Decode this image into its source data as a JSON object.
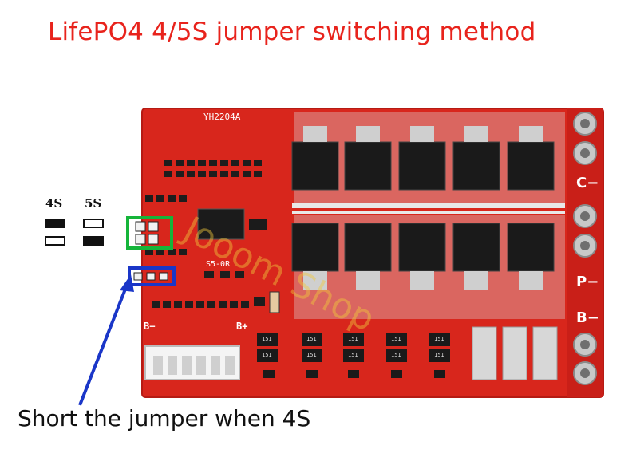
{
  "title": "LifePO4 4/5S jumper switching method",
  "caption": "Short the jumper when 4S",
  "legend": {
    "col_4s": "4S",
    "col_5s": "5S"
  },
  "board": {
    "model": "YH2204A",
    "pad_c": "C−",
    "pad_p": "P−",
    "pad_b": "B−",
    "silk_b_minus": "B−",
    "silk_b_plus": "B+",
    "silk_s5": "S5-0R",
    "chip_label": "151",
    "watermark": "Jooom Shop"
  },
  "colors": {
    "title": "#e8231c",
    "board": "#d8261c",
    "green_box": "#15b53a",
    "blue_box": "#1a36c8",
    "arrow": "#1a36c8"
  }
}
